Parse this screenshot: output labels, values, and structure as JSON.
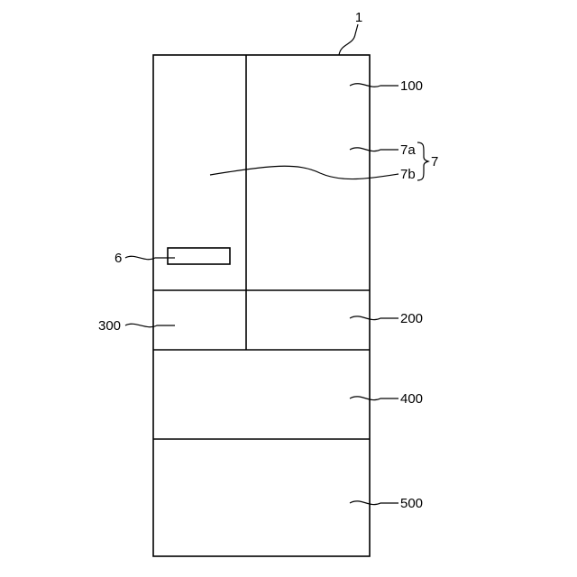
{
  "labels": {
    "overall": "1",
    "fridge": "100",
    "switch_room": "200",
    "ice_room": "300",
    "freezer": "400",
    "vegetable": "500",
    "panel": "6",
    "door_group": "7",
    "door_a": "7a",
    "door_b": "7b"
  },
  "colors": {
    "line": "#000000",
    "background": "#ffffff"
  }
}
